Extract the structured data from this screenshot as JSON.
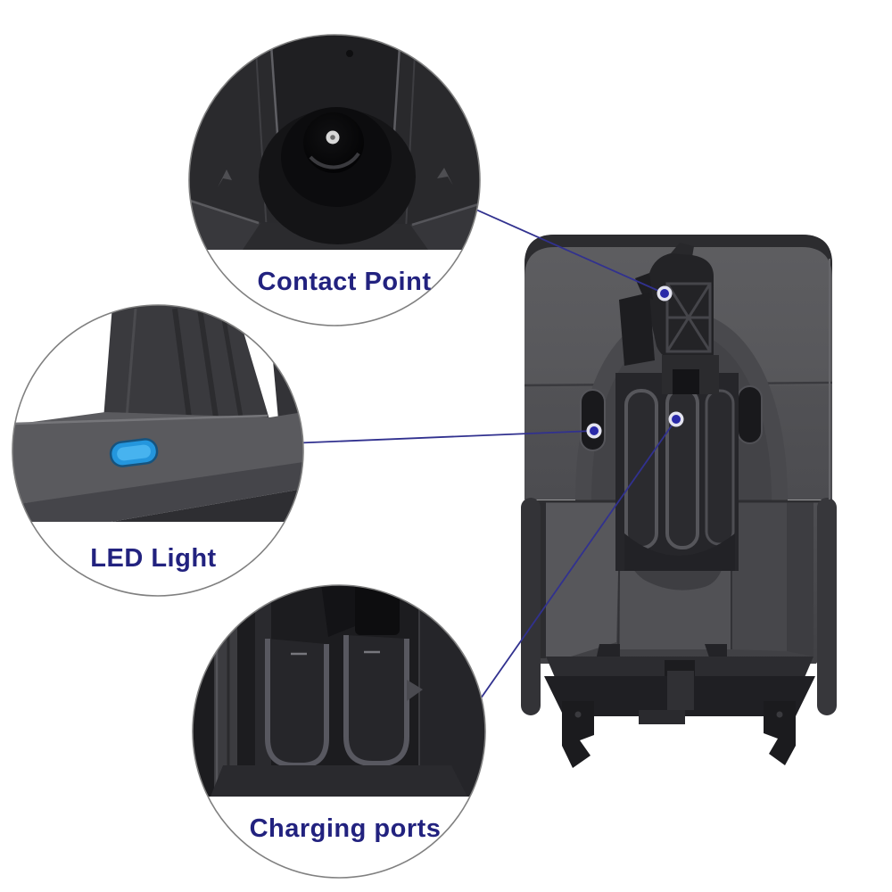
{
  "scene": {
    "background_color": "#ffffff",
    "description_visible_text_only": true
  },
  "callouts": [
    {
      "id": "contact-point",
      "label": "Contact Point"
    },
    {
      "id": "led-light",
      "label": "LED Light"
    },
    {
      "id": "charging-ports",
      "label": "Charging ports"
    }
  ],
  "colors": {
    "label_text": "#22227f",
    "callout_line": "#31318f",
    "callout_dot_core": "#2929a8",
    "callout_dot_ring": "#e4e4f0",
    "circle_border": "#808080",
    "led_blue": "#2b9fe5",
    "battery_body_gray": "#59595c",
    "battery_dark_parts": "#232326",
    "background": "#ffffff"
  }
}
